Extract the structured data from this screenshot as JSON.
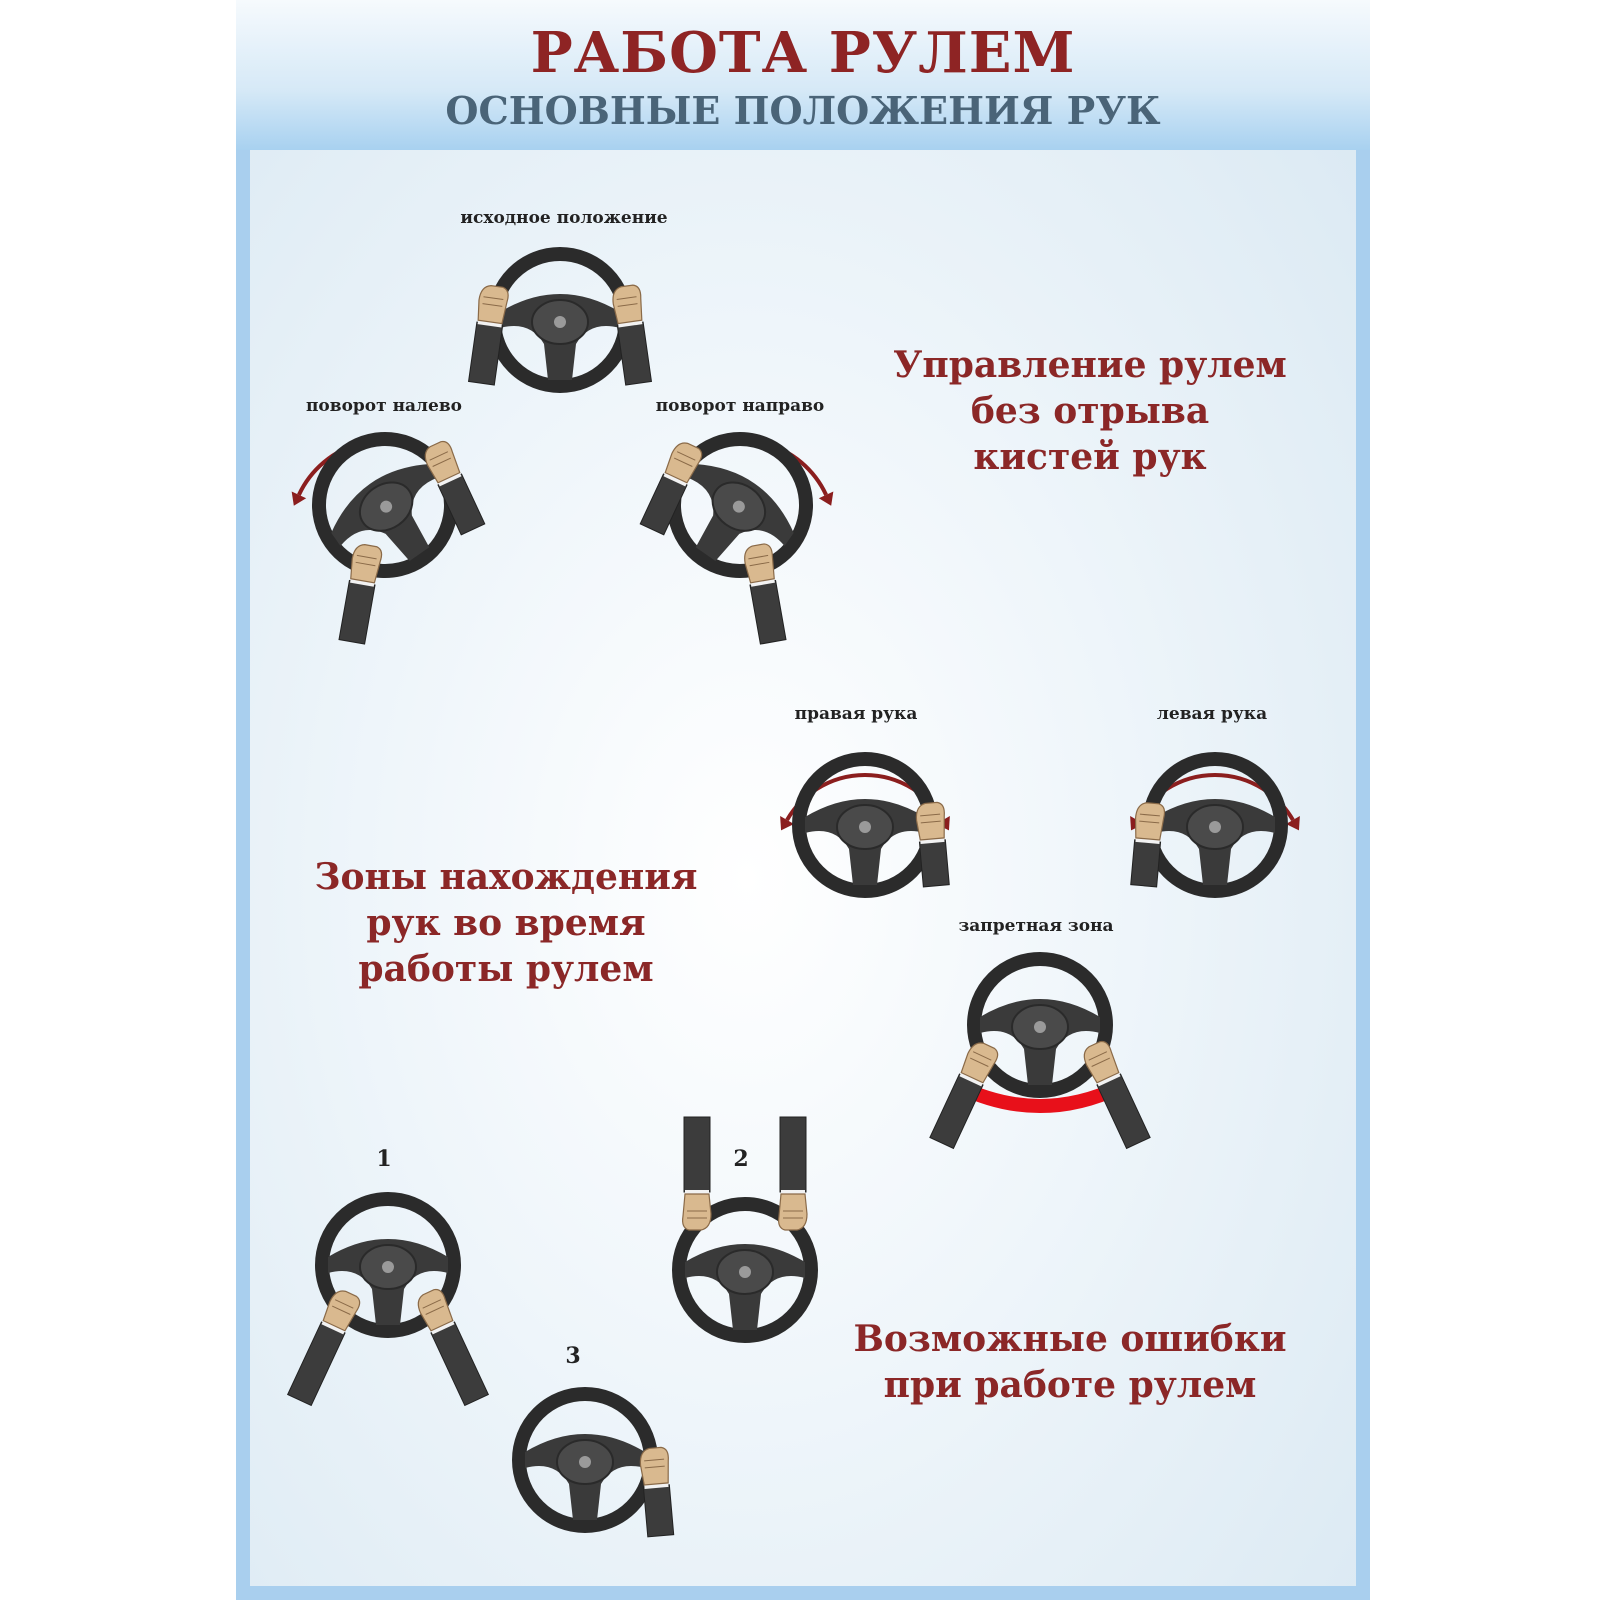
{
  "header": {
    "title": "РАБОТА РУЛЕМ",
    "subtitle": "ОСНОВНЫЕ ПОЛОЖЕНИЯ РУК"
  },
  "positions": {
    "initial": "исходное положение",
    "turn_left": "поворот налево",
    "turn_right": "поворот направо"
  },
  "heading_control": {
    "line1": "Управление рулем",
    "line2": "без отрыва",
    "line3": "кистей рук"
  },
  "zones": {
    "right_hand": "правая рука",
    "left_hand": "левая рука",
    "forbidden": "запретная зона"
  },
  "heading_zones": {
    "line1": "Зоны нахождения",
    "line2": "рук во время",
    "line3": "работы рулем"
  },
  "mistakes": {
    "n1": "1",
    "n2": "2",
    "n3": "3"
  },
  "heading_mistakes": {
    "line1": "Возможные ошибки",
    "line2": "при работе рулем"
  },
  "colors": {
    "accent_red": "#8b2727",
    "arrow_red": "#8b1e1e",
    "forbidden_zone": "#e8101a",
    "wheel": "#2b2b2b",
    "skin": "#d9b98f",
    "sleeve": "#3c3c3c"
  },
  "icons": [
    "steering-wheel-icon",
    "hand-icon",
    "rotation-arrow-icon"
  ]
}
